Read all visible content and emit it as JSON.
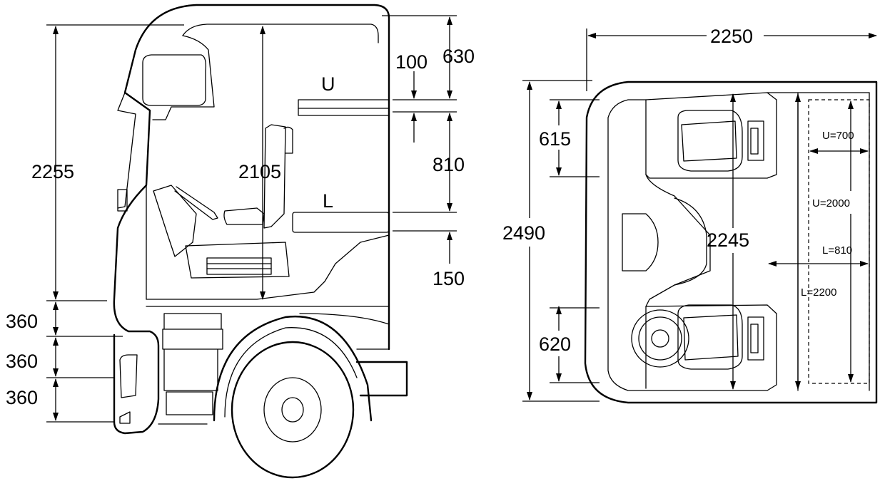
{
  "side_view": {
    "dims": {
      "total_height": "2255",
      "interior_height": "2105",
      "top_gap": "630",
      "upper_bunk_thickness": "100",
      "bunk_spacing": "810",
      "lower_bunk_height": "150",
      "step_1": "360",
      "step_2": "360",
      "step_3": "360"
    },
    "labels": {
      "upper": "U",
      "lower": "L"
    }
  },
  "plan_view": {
    "dims": {
      "width": "2250",
      "depth": "2490",
      "interior_depth": "2245",
      "front_offset": "615",
      "rear_offset": "620",
      "upper_width": "U=700",
      "upper_length": "U=2000",
      "lower_width": "L=810",
      "lower_length": "L=2200"
    }
  }
}
